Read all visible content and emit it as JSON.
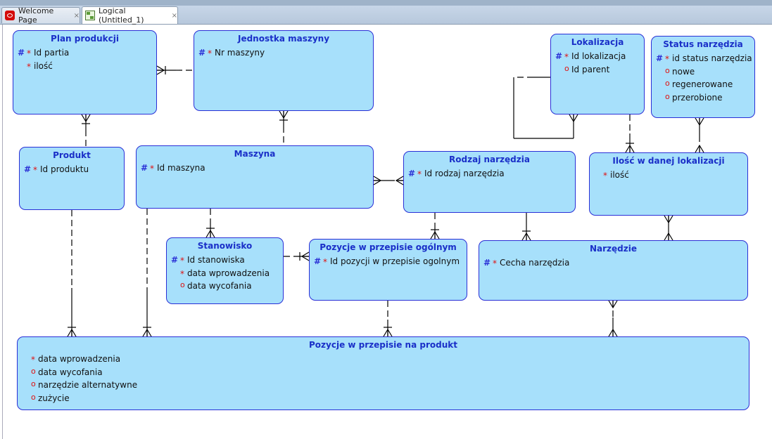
{
  "tabs": [
    {
      "label": "Welcome Page",
      "icon": "oracle-icon",
      "active": false
    },
    {
      "label": "Logical (Untitled_1)",
      "icon": "logical-model-icon",
      "active": true
    }
  ],
  "tab_close_glyph": "×",
  "colors": {
    "entity_fill": "#a7e0fb",
    "entity_border": "#2a2fd6",
    "title": "#1a2fc8",
    "mandatory": "#e01010",
    "line": "#000000"
  },
  "entities": {
    "plan": {
      "name": "Plan produkcji",
      "attributes": [
        {
          "prefix": "#",
          "marker": "*",
          "name": "Id partia"
        },
        {
          "prefix": "",
          "marker": "*",
          "name": "ilość"
        }
      ]
    },
    "jednostka": {
      "name": "Jednostka maszyny",
      "attributes": [
        {
          "prefix": "#",
          "marker": "*",
          "name": "Nr maszyny"
        }
      ]
    },
    "lokalizacja": {
      "name": "Lokalizacja",
      "attributes": [
        {
          "prefix": "#",
          "marker": "*",
          "name": "Id lokalizacja"
        },
        {
          "prefix": "",
          "marker": "o",
          "name": "Id parent"
        }
      ]
    },
    "status": {
      "name": "Status narzędzia",
      "attributes": [
        {
          "prefix": "#",
          "marker": "*",
          "name": "id status narzędzia"
        },
        {
          "prefix": "",
          "marker": "o",
          "name": "nowe"
        },
        {
          "prefix": "",
          "marker": "o",
          "name": "regenerowane"
        },
        {
          "prefix": "",
          "marker": "o",
          "name": "przerobione"
        }
      ]
    },
    "produkt": {
      "name": "Produkt",
      "attributes": [
        {
          "prefix": "#",
          "marker": "*",
          "name": "Id produktu"
        }
      ]
    },
    "maszyna": {
      "name": "Maszyna",
      "attributes": [
        {
          "prefix": "#",
          "marker": "*",
          "name": "Id maszyna"
        }
      ]
    },
    "rodzaj": {
      "name": "Rodzaj narzędzia",
      "attributes": [
        {
          "prefix": "#",
          "marker": "*",
          "name": "Id rodzaj narzędzia"
        }
      ]
    },
    "ilosc": {
      "name": "Ilość w danej lokalizacji",
      "attributes": [
        {
          "prefix": "",
          "marker": "*",
          "name": "ilość"
        }
      ]
    },
    "stanowisko": {
      "name": "Stanowisko",
      "attributes": [
        {
          "prefix": "#",
          "marker": "*",
          "name": "Id stanowiska"
        },
        {
          "prefix": "",
          "marker": "*",
          "name": "data wprowadzenia"
        },
        {
          "prefix": "",
          "marker": "o",
          "name": "data wycofania"
        }
      ]
    },
    "pozOgolny": {
      "name": "Pozycje w przepisie ogólnym",
      "attributes": [
        {
          "prefix": "#",
          "marker": "*",
          "name": "Id pozycji w przepisie ogolnym"
        }
      ]
    },
    "narzedzie": {
      "name": "Narzędzie",
      "attributes": [
        {
          "prefix": "#",
          "marker": "*",
          "name": "Cecha narzędzia"
        }
      ]
    },
    "pozProdukt": {
      "name": "Pozycje w przepisie na produkt",
      "attributes": [
        {
          "prefix": "",
          "marker": "*",
          "name": "data wprowadzenia"
        },
        {
          "prefix": "",
          "marker": "o",
          "name": "data wycofania"
        },
        {
          "prefix": "",
          "marker": "o",
          "name": "narzędzie alternatywne"
        },
        {
          "prefix": "",
          "marker": "o",
          "name": "zużycie"
        }
      ]
    }
  }
}
